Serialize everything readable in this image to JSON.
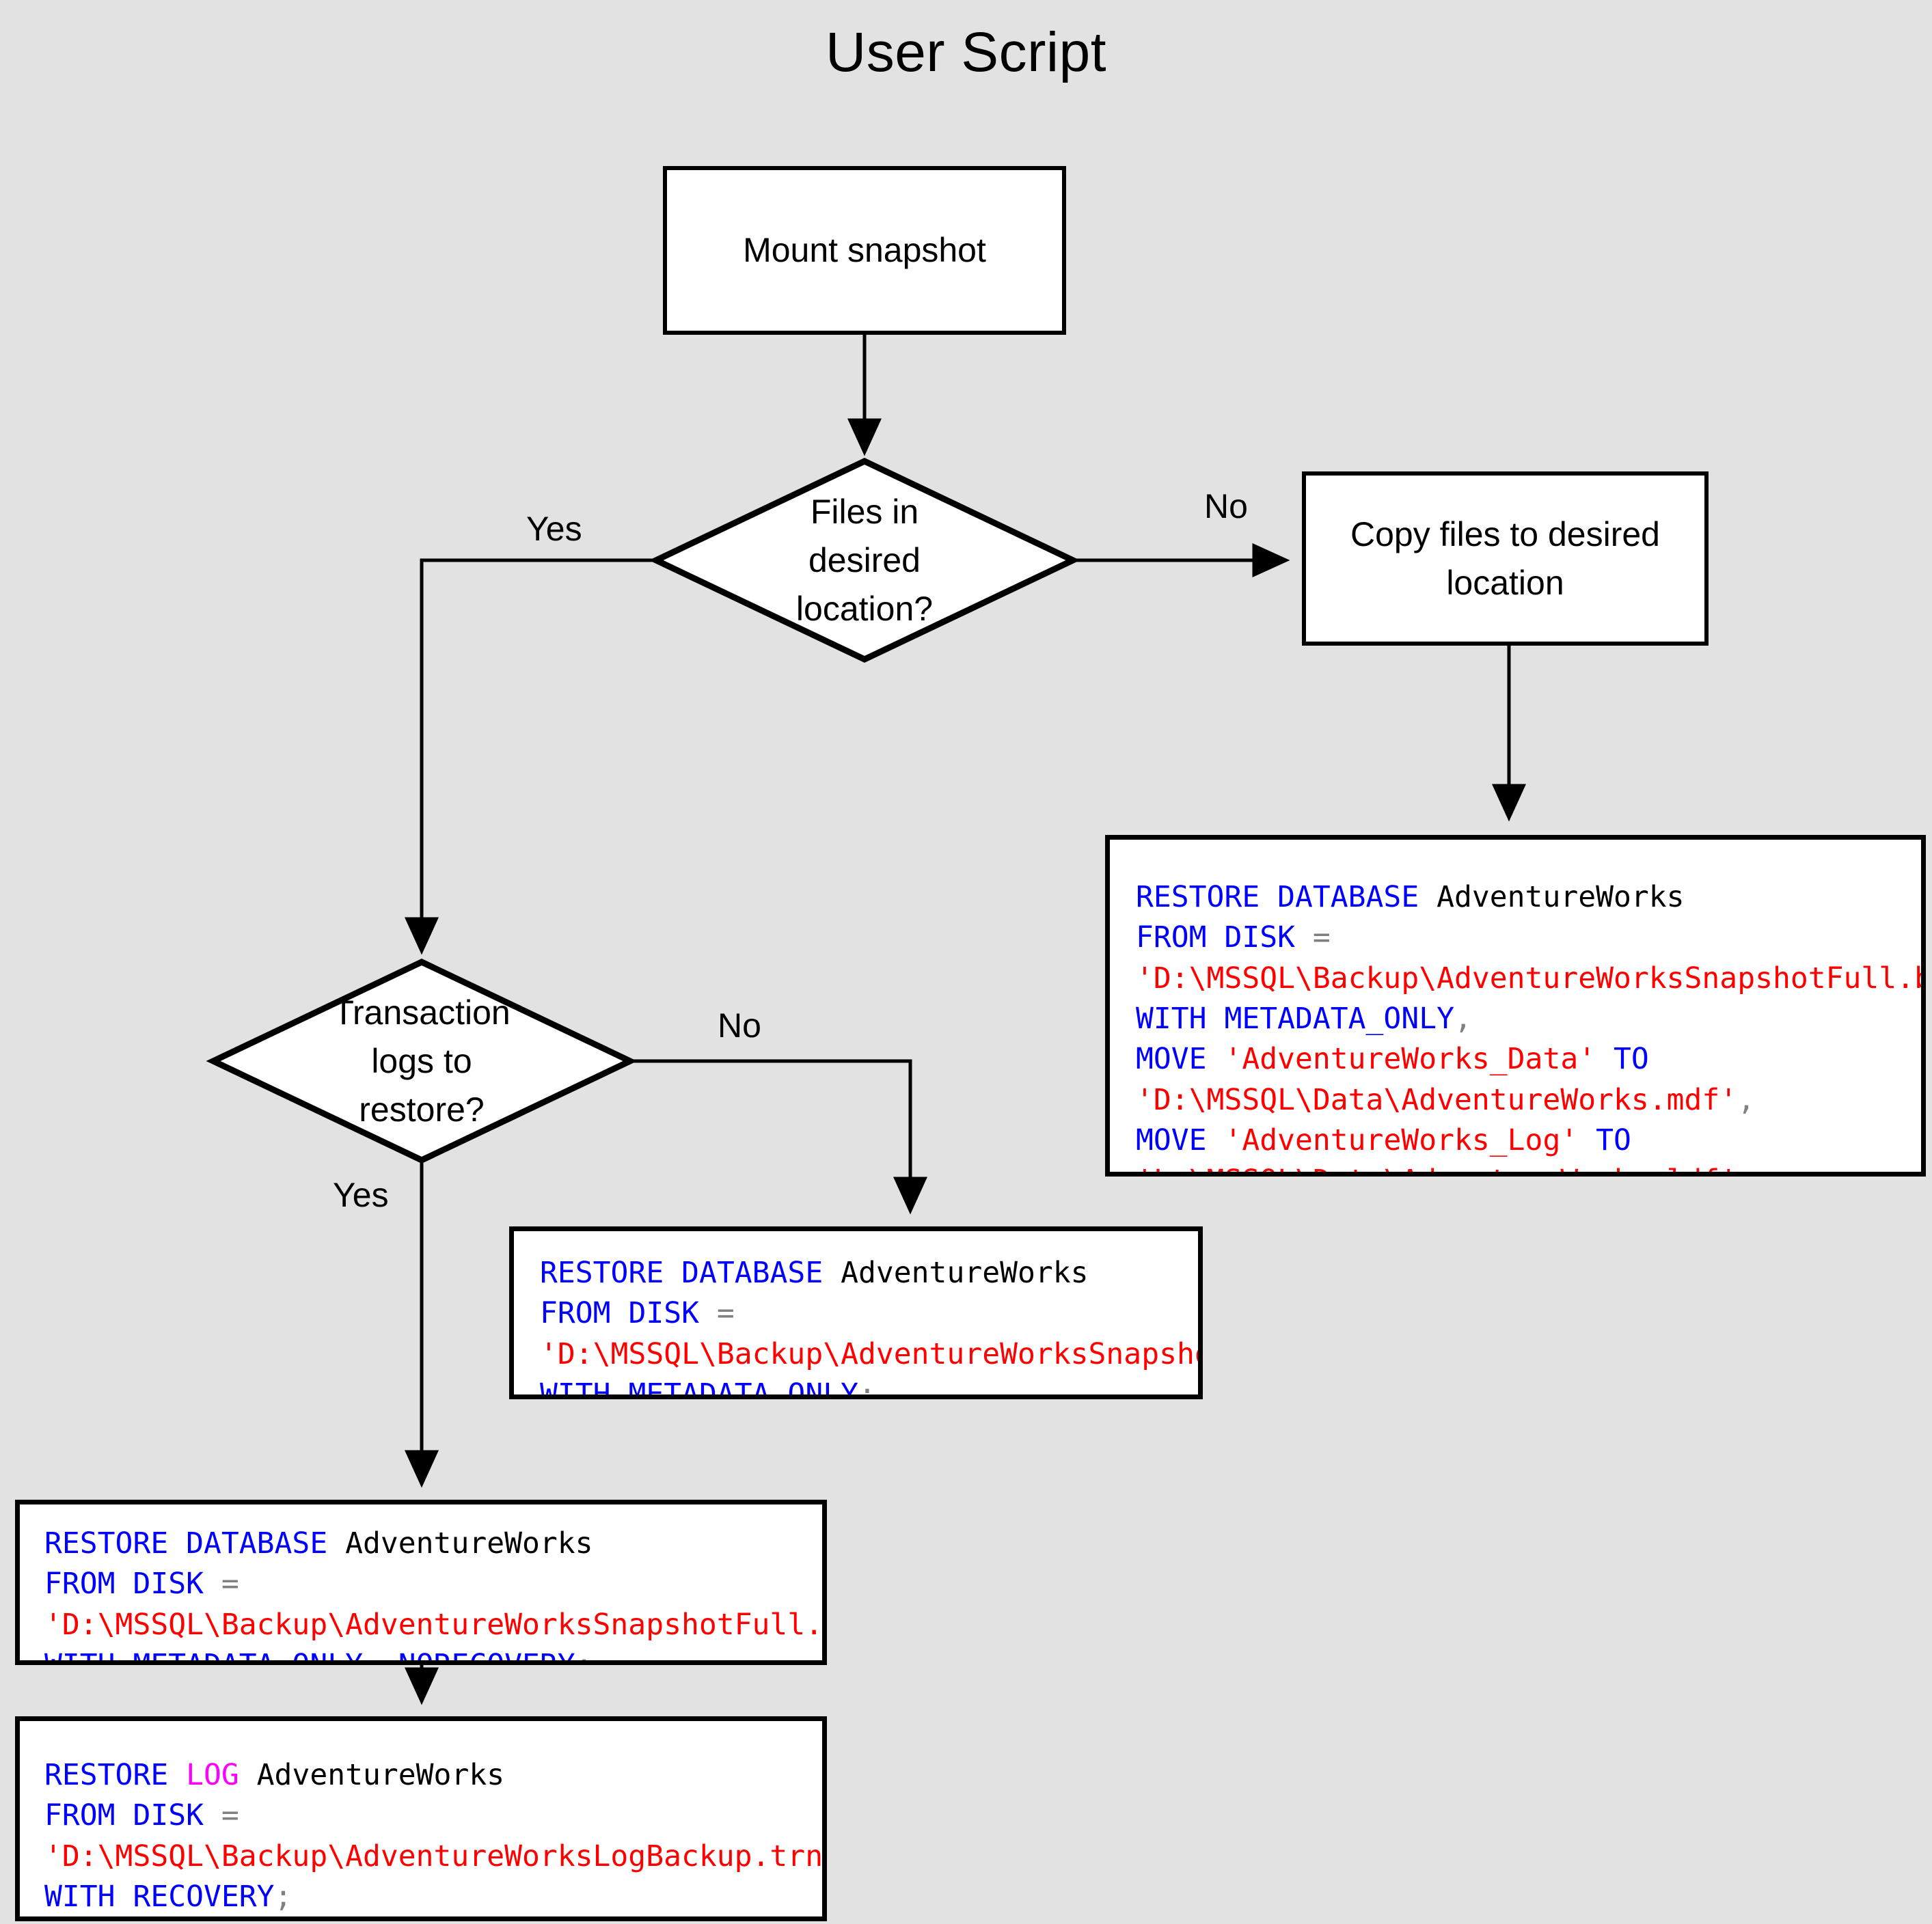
{
  "title": "User Script",
  "colors": {
    "background": "#E2E2E2",
    "shape_fill": "#FFFFFF",
    "stroke": "#000000",
    "keyword": "#0000FF",
    "string": "#FF0000",
    "identifier": "#000000",
    "punctuation": "#808080",
    "log_keyword": "#FF00FF"
  },
  "nodes": {
    "mount_snapshot": {
      "label": "Mount snapshot",
      "shape": "process"
    },
    "files_in_location": {
      "label": "Files in\ndesired\nlocation?",
      "shape": "decision"
    },
    "copy_files": {
      "label": "Copy files to desired\nlocation",
      "shape": "process"
    },
    "transaction_logs": {
      "label": "Transaction\nlogs to\nrestore?",
      "shape": "decision"
    }
  },
  "edge_labels": {
    "files_yes": "Yes",
    "files_no": "No",
    "logs_yes": "Yes",
    "logs_no": "No"
  },
  "code_blocks": {
    "restore_with_move": {
      "lines": [
        [
          {
            "t": "RESTORE DATABASE ",
            "c": "kw"
          },
          {
            "t": "AdventureWorks",
            "c": "id"
          }
        ],
        [
          {
            "t": "FROM DISK ",
            "c": "kw"
          },
          {
            "t": "=",
            "c": "op"
          }
        ],
        [
          {
            "t": "'D:\\MSSQL\\Backup\\AdventureWorksSnapshotFull.bkm'",
            "c": "str"
          }
        ],
        [
          {
            "t": "WITH METADATA_ONLY",
            "c": "kw"
          },
          {
            "t": ",",
            "c": "op"
          }
        ],
        [
          {
            "t": "MOVE ",
            "c": "kw"
          },
          {
            "t": "'AdventureWorks_Data'",
            "c": "str"
          },
          {
            "t": " TO",
            "c": "kw"
          }
        ],
        [
          {
            "t": "'D:\\MSSQL\\Data\\AdventureWorks.mdf'",
            "c": "str"
          },
          {
            "t": ",",
            "c": "op"
          }
        ],
        [
          {
            "t": "MOVE ",
            "c": "kw"
          },
          {
            "t": "'AdventureWorks_Log'",
            "c": "str"
          },
          {
            "t": " TO",
            "c": "kw"
          }
        ],
        [
          {
            "t": "'L:\\MSSQL\\Data\\AdventureWorks.ldf'",
            "c": "str"
          },
          {
            "t": ";",
            "c": "op"
          }
        ]
      ]
    },
    "restore_metadata_only": {
      "lines": [
        [
          {
            "t": "RESTORE DATABASE ",
            "c": "kw"
          },
          {
            "t": "AdventureWorks",
            "c": "id"
          }
        ],
        [
          {
            "t": "FROM DISK ",
            "c": "kw"
          },
          {
            "t": "=",
            "c": "op"
          }
        ],
        [
          {
            "t": "'D:\\MSSQL\\Backup\\AdventureWorksSnapshotFull.bkm'",
            "c": "str"
          }
        ],
        [
          {
            "t": "WITH METADATA_ONLY",
            "c": "kw"
          },
          {
            "t": ";",
            "c": "op"
          }
        ]
      ]
    },
    "restore_norecovery": {
      "lines": [
        [
          {
            "t": "RESTORE DATABASE ",
            "c": "kw"
          },
          {
            "t": "AdventureWorks",
            "c": "id"
          }
        ],
        [
          {
            "t": "FROM DISK ",
            "c": "kw"
          },
          {
            "t": "=",
            "c": "op"
          }
        ],
        [
          {
            "t": "'D:\\MSSQL\\Backup\\AdventureWorksSnapshotFull.bkm'",
            "c": "str"
          }
        ],
        [
          {
            "t": "WITH METADATA_ONLY",
            "c": "kw"
          },
          {
            "t": ",",
            "c": "op"
          },
          {
            "t": " NORECOVERY",
            "c": "kw"
          },
          {
            "t": ";",
            "c": "op"
          }
        ]
      ]
    },
    "restore_log": {
      "lines": [
        [
          {
            "t": "RESTORE ",
            "c": "kw"
          },
          {
            "t": "LOG",
            "c": "log"
          },
          {
            "t": " ",
            "c": "kw"
          },
          {
            "t": "AdventureWorks",
            "c": "id"
          }
        ],
        [
          {
            "t": "FROM DISK ",
            "c": "kw"
          },
          {
            "t": "=",
            "c": "op"
          }
        ],
        [
          {
            "t": "'D:\\MSSQL\\Backup\\AdventureWorksLogBackup.trn'",
            "c": "str"
          }
        ],
        [
          {
            "t": "WITH RECOVERY",
            "c": "kw"
          },
          {
            "t": ";",
            "c": "op"
          }
        ]
      ]
    }
  }
}
